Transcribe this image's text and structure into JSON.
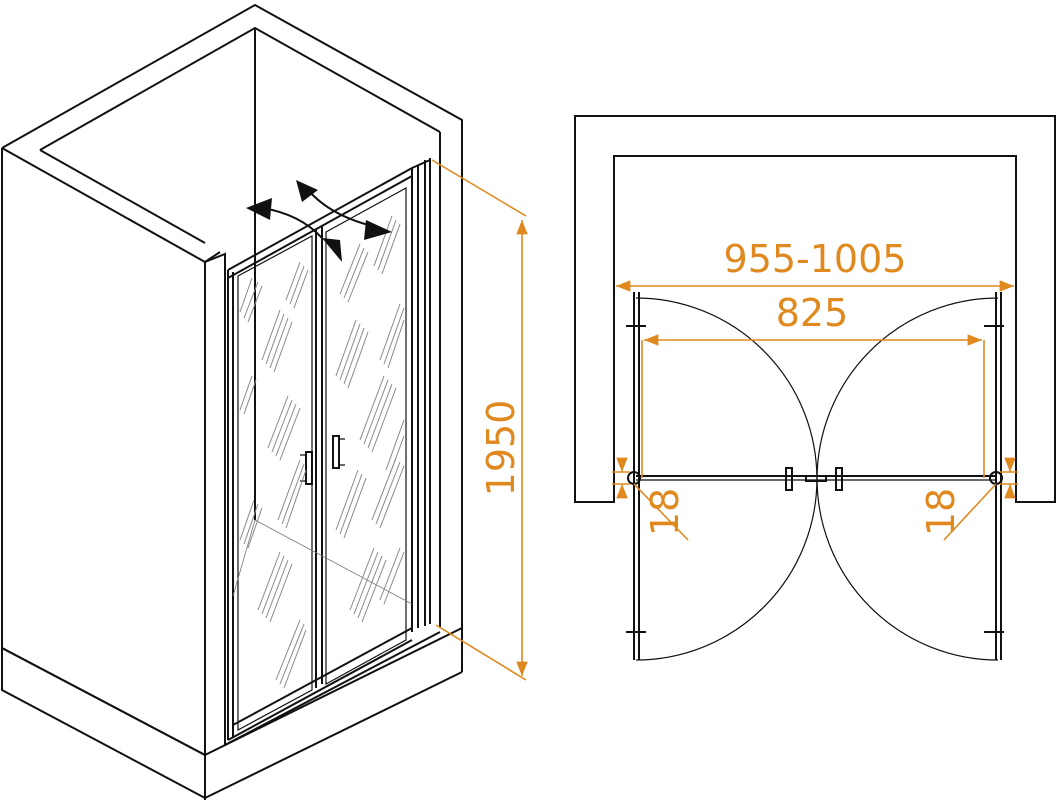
{
  "colors": {
    "outline": "#111111",
    "dimension": "#e0891f"
  },
  "dimensions": {
    "height": "1950",
    "width_range": "955-1005",
    "opening": "825",
    "left_gap": "18",
    "right_gap": "18"
  }
}
